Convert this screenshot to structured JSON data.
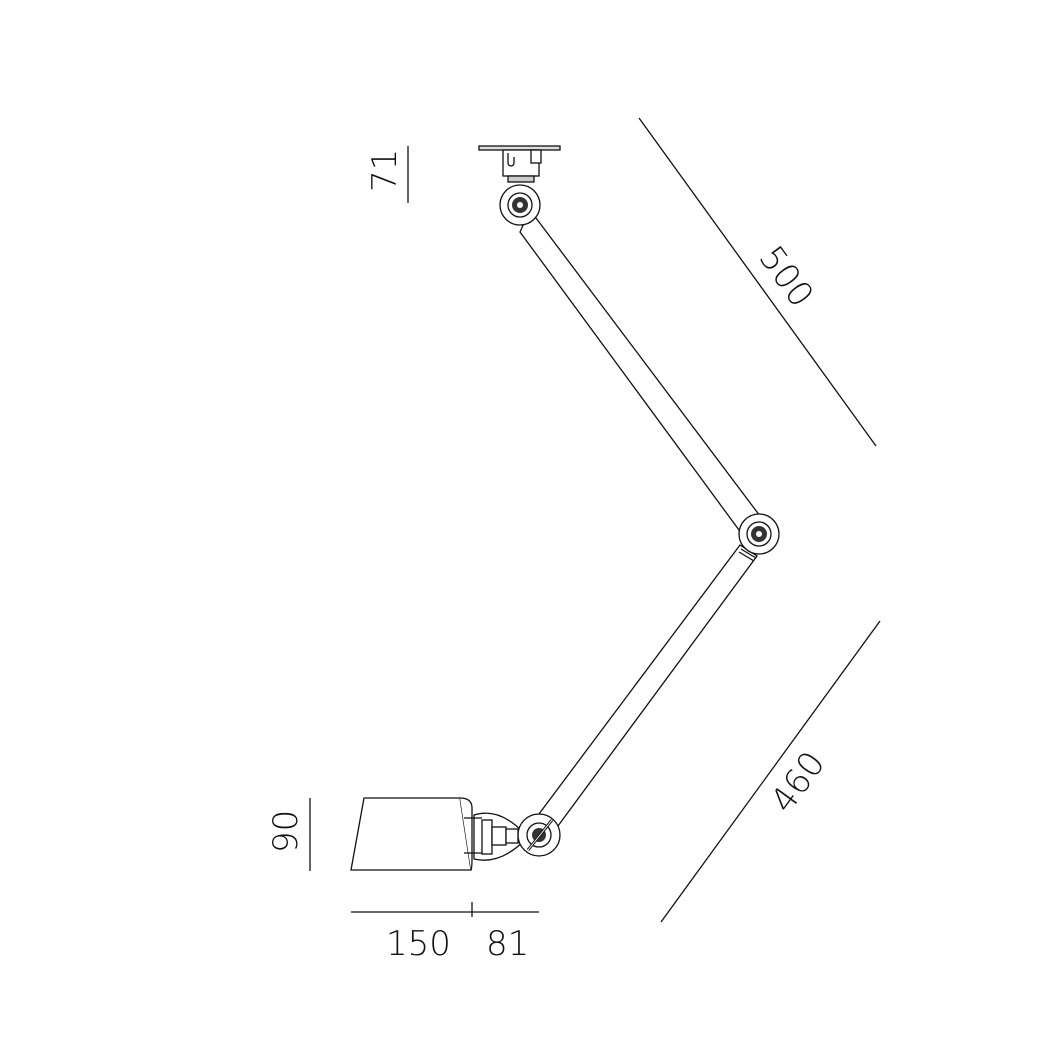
{
  "diagram": {
    "subject": "wall-mounted articulated lamp, side view",
    "dimensions": {
      "base_height": "71",
      "upper_arm_length": "500",
      "lower_arm_length": "460",
      "shade_height": "90",
      "shade_length": "150",
      "joint_offset": "81"
    },
    "colors": {
      "line": "#111111",
      "background": "#ffffff",
      "hub": "#333333"
    }
  }
}
